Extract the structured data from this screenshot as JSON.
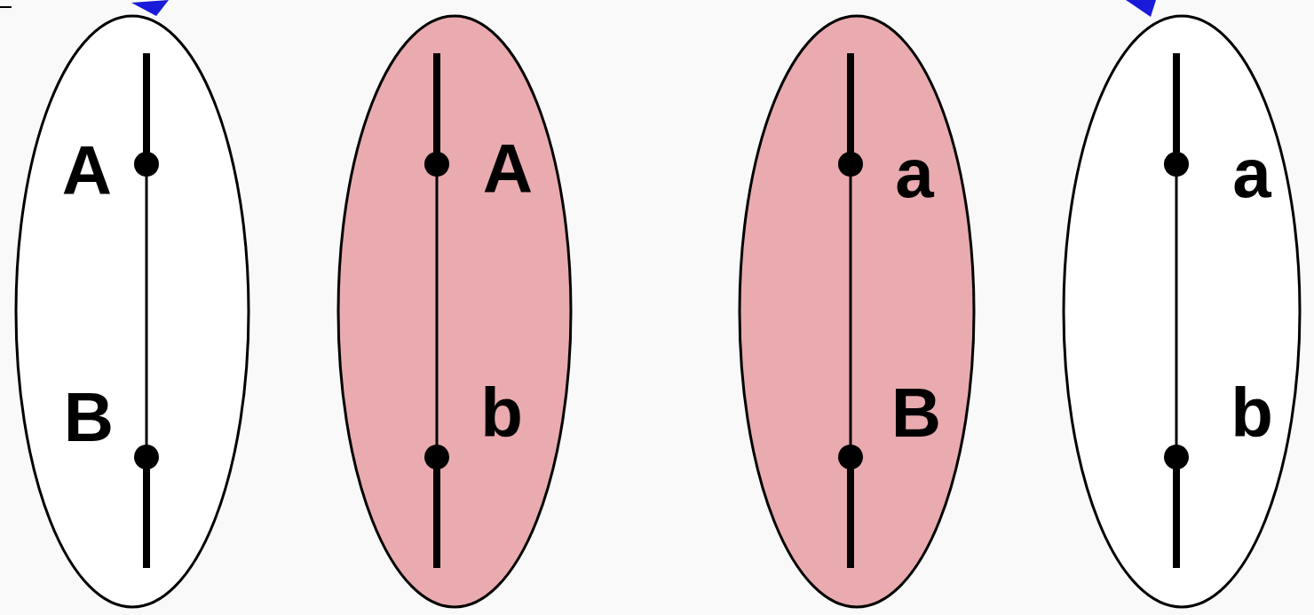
{
  "diagram": {
    "nodes": [
      {
        "text": [
          "A",
          "B"
        ]
      },
      {
        "text": [
          "A",
          "b"
        ]
      },
      {
        "text": [
          "a",
          "B"
        ]
      },
      {
        "text": [
          "a",
          "b"
        ]
      }
    ]
  }
}
